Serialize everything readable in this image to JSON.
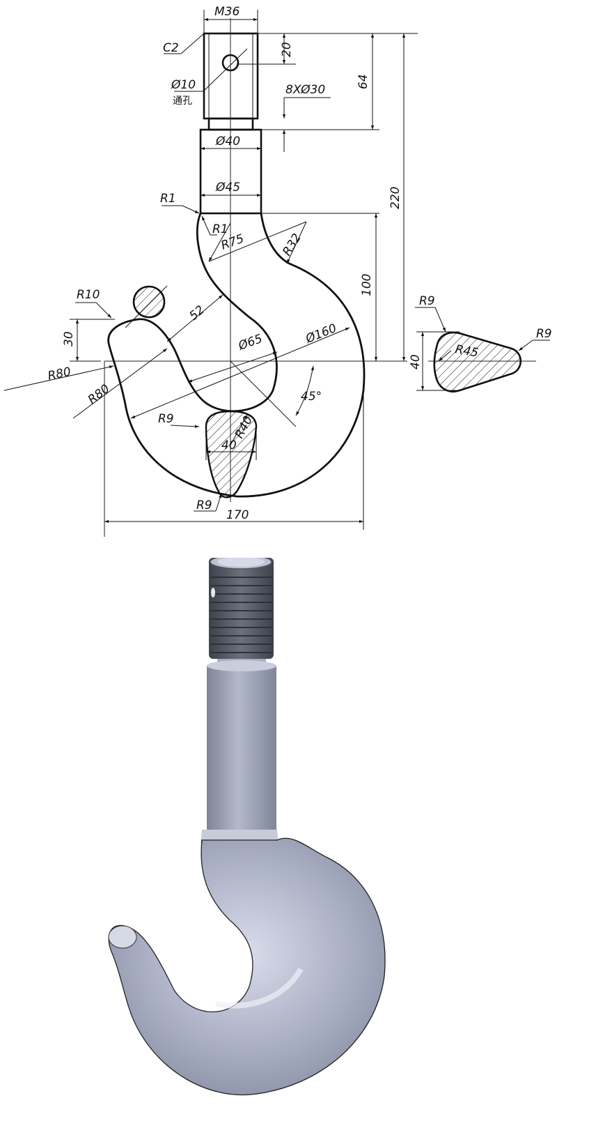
{
  "drawing": {
    "title": "Crane hook engineering drawing",
    "stroke_color": "#111111",
    "labels": {
      "thread": "M36",
      "chamfer": "C2",
      "hole_dia": "Ø10",
      "hole_note": "通孔",
      "dim_20": "20",
      "dim_64": "64",
      "undercut": "8XØ30",
      "dia_40": "Ø40",
      "dia_45": "Ø45",
      "r1_outer": "R1",
      "r1_inner": "R1",
      "r75": "R75",
      "r32": "R32",
      "dim_220": "220",
      "dim_100": "100",
      "r10": "R10",
      "dim_52": "52",
      "dim_30": "30",
      "r80_a": "R80",
      "r80_b": "R80",
      "dia_65": "Ø65",
      "dia_160": "Ø160",
      "angle_45": "45°",
      "r9_left": "R9",
      "r40": "R40",
      "sec_40": "40",
      "r9_bottom": "R9",
      "dim_170": "170",
      "side_r9_top": "R9",
      "side_r9_right": "R9",
      "side_r45": "R45",
      "side_40": "40"
    }
  },
  "render": {
    "title": "Crane hook 3D model",
    "body_color": "#a9aec4",
    "thread_color": "#555a66",
    "highlight_color": "#e6e9f3"
  }
}
